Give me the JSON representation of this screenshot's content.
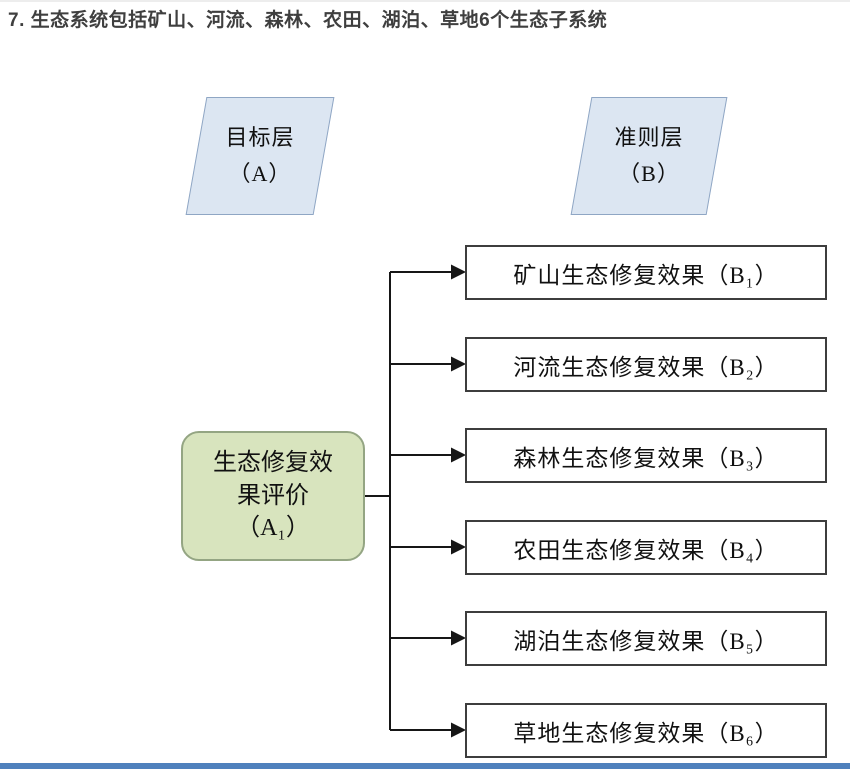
{
  "page": {
    "title": "7. 生态系统包括矿山、河流、森林、农田、湖泊、草地6个生态子系统"
  },
  "diagram": {
    "goal_layer_label": "目标层\n（A）",
    "criteria_layer_label": "准则层\n（B）",
    "goal_node_label": "生态修复效\n果评价\n（A₁）",
    "criteria_nodes": [
      "矿山生态修复效果（B₁）",
      "河流生态修复效果（B₂）",
      "森林生态修复效果（B₃）",
      "农田生态修复效果（B₄）",
      "湖泊生态修复效果（B₅）",
      "草地生态修复效果（B₆）"
    ],
    "colors": {
      "layer_fill": "#dce6f2",
      "layer_border": "#8fa6c4",
      "goal_fill": "#d8e4be",
      "goal_border": "#94a583",
      "box_border": "#3d3d3d",
      "connector": "#161616",
      "bottom_bar": "#4f81bd"
    }
  }
}
